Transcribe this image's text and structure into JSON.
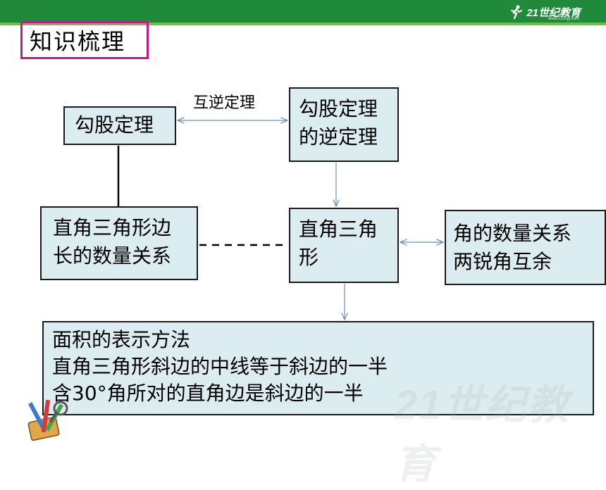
{
  "header": {
    "logo_text": "21世纪教育",
    "logo_sub": "www.21cnjy.com",
    "bar_color": "#1f8a3a",
    "accent_color": "#6fbf4a"
  },
  "section_title": "知识梳理",
  "nodes": {
    "gougu": {
      "lines": [
        "勾股定理"
      ]
    },
    "converse": {
      "lines": [
        "勾股定理",
        "的逆定理"
      ]
    },
    "side": {
      "lines": [
        "直角三角形边",
        "长的数量关系"
      ]
    },
    "right_triangle": {
      "lines": [
        "直角三角",
        "形"
      ]
    },
    "angle": {
      "lines": [
        "角的数量关系",
        "两锐角互余"
      ]
    },
    "area": {
      "lines": [
        "面积的表示方法",
        "直角三角形斜边的中线等于斜边的一半",
        "含30°角所对的直角边是斜边的一半"
      ]
    }
  },
  "edge_label": "互逆定理",
  "watermark": "21世纪教育",
  "colors": {
    "box_fill": "#dcedf1",
    "box_border": "#1a1a1a",
    "title_border": "#c8198a",
    "arrow": "#6f8fb0"
  },
  "icons": [
    "runner-icon",
    "stationery-icon"
  ]
}
